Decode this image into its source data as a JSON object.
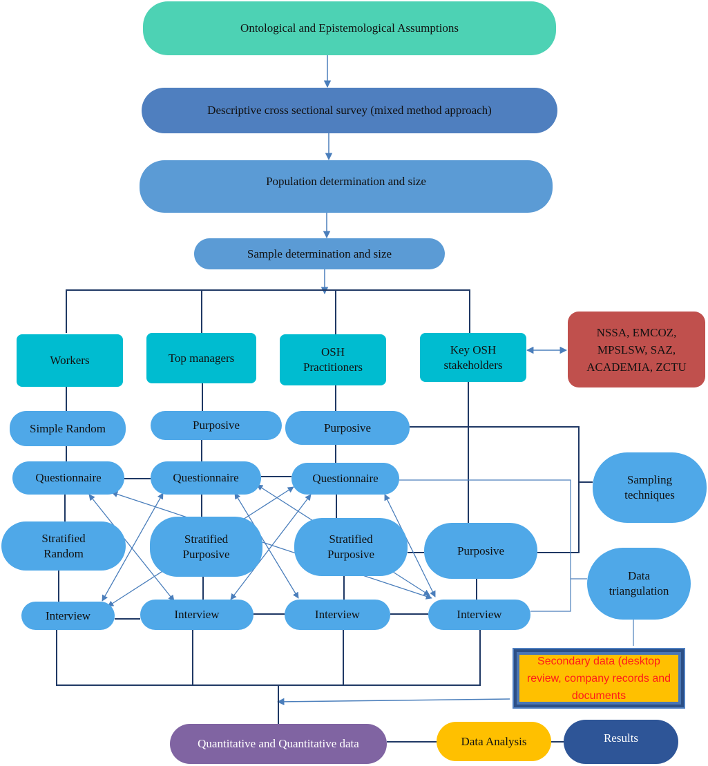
{
  "nodes": {
    "assumptions": "Ontological and Epistemological Assumptions",
    "survey": "Descriptive cross sectional survey (mixed method approach)",
    "population": "Population determination and size",
    "sample": "Sample determination and size",
    "workers": "Workers",
    "top_managers": "Top managers",
    "osh_practitioners": "OSH Practitioners",
    "key_osh_stakeholders": "Key OSH stakeholders",
    "stakeholder_list": "NSSA, EMCOZ, MPSLSW, SAZ, ACADEMIA, ZCTU",
    "simple_random": "Simple Random",
    "purposive_top": "Purposive",
    "purposive_osh": "Purposive",
    "questionnaire_workers": "Questionnaire",
    "questionnaire_top": "Questionnaire",
    "questionnaire_osh": "Questionnaire",
    "sampling_techniques": "Sampling techniques",
    "stratified_random": "Stratified Random",
    "stratified_purposive_top": "Stratified Purposive",
    "stratified_purposive_osh": "Stratified Purposive",
    "purposive_key": "Purposive",
    "data_triangulation": "Data triangulation",
    "interview_workers": "Interview",
    "interview_top": "Interview",
    "interview_osh": "Interview",
    "interview_key": "Interview",
    "secondary_data": "Secondary data (desktop review, company records and documents",
    "quant_data": "Quantitative and Quantitative data",
    "data_analysis": "Data Analysis",
    "results": "Results"
  },
  "colors": {
    "assumptions": "#4dd2b4",
    "survey": "#4f7fbf",
    "population": "#5b9bd5",
    "process_blue": "#4fa8e8",
    "group_teal": "#00bcd0",
    "stakeholders_red": "#c0504d",
    "secondary_fill": "#ffc000",
    "secondary_text": "#ff1a1a",
    "quant_purple": "#8064a2",
    "analysis_yellow": "#ffc000",
    "results_navy": "#2e5597",
    "connector": "#1f3864",
    "arrow": "#4a7ebb"
  }
}
